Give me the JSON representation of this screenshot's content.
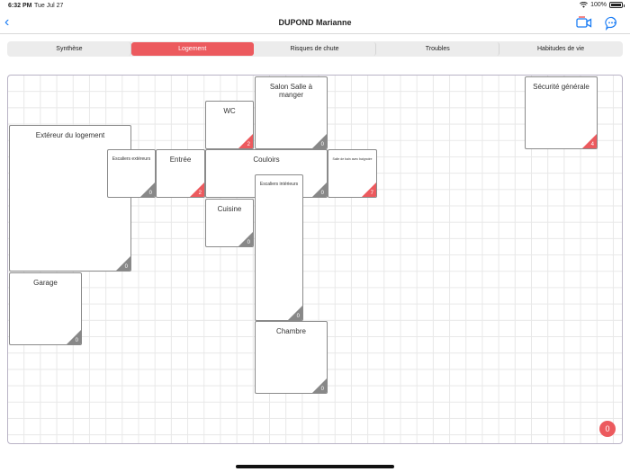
{
  "status": {
    "time": "6:32 PM",
    "date": "Tue Jul 27",
    "battery": "100%",
    "battery_level": 1.0
  },
  "nav": {
    "back_icon": "chevron-left-icon",
    "title": "DUPOND Marianne",
    "video_icon": "video-call-icon",
    "chat_icon": "chat-bubble-icon"
  },
  "tabs": [
    {
      "label": "Synthèse",
      "active": false
    },
    {
      "label": "Logement",
      "active": true
    },
    {
      "label": "Risques de chute",
      "active": false
    },
    {
      "label": "Troubles",
      "active": false
    },
    {
      "label": "Habitudes de vie",
      "active": false
    }
  ],
  "colors": {
    "accent": "#ec5a5e",
    "link": "#1a7cf4",
    "corner_gray": "#888888"
  },
  "rooms": [
    {
      "label": "Salon Salle à manger",
      "count": "0",
      "alert": false
    },
    {
      "label": "Sécurité générale",
      "count": "4",
      "alert": true
    },
    {
      "label": "WC",
      "count": "2",
      "alert": true
    },
    {
      "label": "Extéreur du logement",
      "count": "0",
      "alert": false
    },
    {
      "label": "Escaliers extéreurs",
      "count": "0",
      "alert": false
    },
    {
      "label": "Entrée",
      "count": "2",
      "alert": true
    },
    {
      "label": "Couloirs",
      "count": "0",
      "alert": false
    },
    {
      "label": "Salle de bain avec baignoire",
      "count": "7",
      "alert": true
    },
    {
      "label": "Escaliers intérieurs",
      "count": "0",
      "alert": false
    },
    {
      "label": "Cuisine",
      "count": "0",
      "alert": false
    },
    {
      "label": "Garage",
      "count": "0",
      "alert": false
    },
    {
      "label": "Chambre",
      "count": "0",
      "alert": false
    }
  ],
  "fab": {
    "count": "0"
  }
}
